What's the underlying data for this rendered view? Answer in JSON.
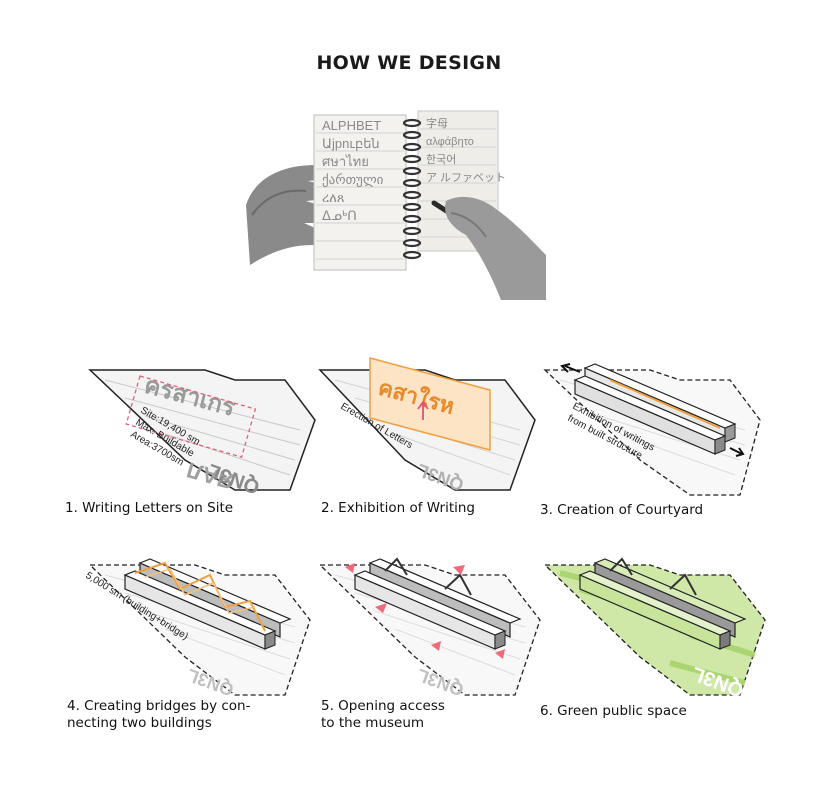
{
  "title": "HOW WE DESIGN",
  "photo": {
    "icon": "hands-writing-in-notebook",
    "notebook_left_lines": [
      "ALPHBET",
      "Աjpnւբեն",
      "ศษาไทย",
      "ქართული",
      "ረለጸ",
      "ᐃᓄᒃᑎ"
    ],
    "notebook_right_lines": [
      "字母",
      "αλφάβητο",
      "한국어",
      "ア ルファベット"
    ]
  },
  "steps": [
    {
      "caption": "1. Writing Letters on Site",
      "annotation_lines": [
        "Site:19,400 sm",
        "Max. Buildable",
        "Area:3700sm"
      ]
    },
    {
      "caption": "2. Exhibition of Writing",
      "annotation_lines": [
        "Erection of Letters"
      ]
    },
    {
      "caption": "3. Creation of Courtyard",
      "annotation_lines": [
        "Exhibition of writings",
        "from built structure"
      ]
    },
    {
      "caption": "4. Creating bridges by con-\nnecting two buildings",
      "annotation_lines": [
        "5,000 sm (building+bridge)"
      ]
    },
    {
      "caption": "5. Opening access\nto the museum",
      "annotation_lines": []
    },
    {
      "caption": "6. Green public space",
      "annotation_lines": []
    }
  ],
  "colors": {
    "orange": "#f0a040",
    "pink": "#f06a7a",
    "green": "#a8d36a",
    "grey": "#b8b8b8"
  }
}
